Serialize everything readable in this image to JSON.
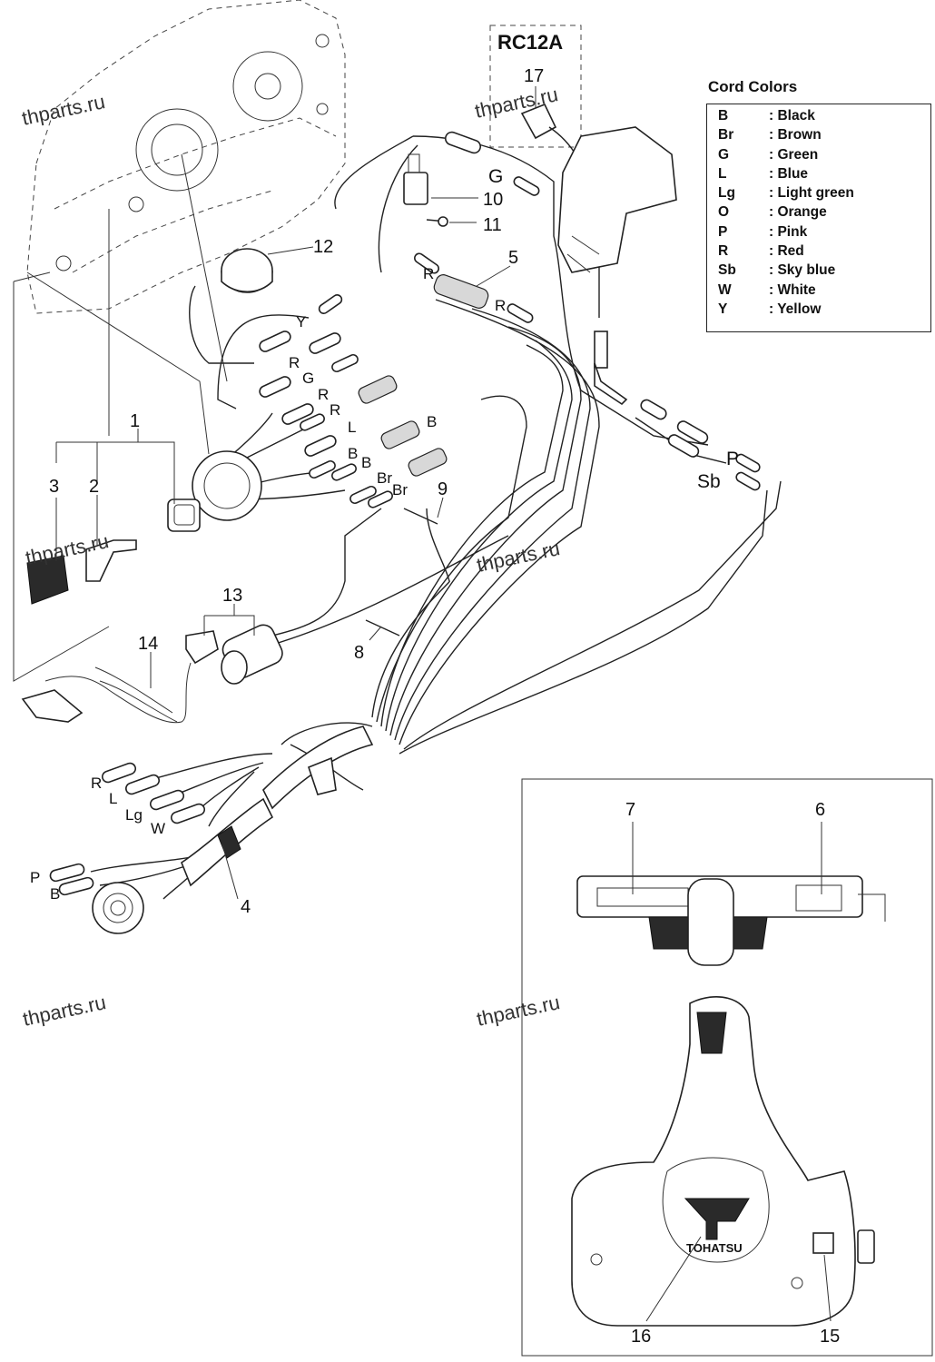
{
  "legend": {
    "title": "Cord Colors",
    "rows": [
      {
        "code": "B",
        "name": ": Black"
      },
      {
        "code": "Br",
        "name": ": Brown"
      },
      {
        "code": "G",
        "name": ": Green"
      },
      {
        "code": "L",
        "name": ": Blue"
      },
      {
        "code": "Lg",
        "name": ": Light green"
      },
      {
        "code": "O",
        "name": ": Orange"
      },
      {
        "code": "P",
        "name": ": Pink"
      },
      {
        "code": "R",
        "name": ": Red"
      },
      {
        "code": "Sb",
        "name": ": Sky blue"
      },
      {
        "code": "W",
        "name": ": White"
      },
      {
        "code": "Y",
        "name": ": Yellow"
      }
    ]
  },
  "variant_label": "RC12A",
  "watermark": "thparts.ru",
  "brand_logo_text": "TOHATSU",
  "part_numbers": {
    "p1": "1",
    "p2": "2",
    "p3": "3",
    "p4": "4",
    "p5": "5",
    "p6": "6",
    "p7": "7",
    "p8": "8",
    "p9": "9",
    "p10": "10",
    "p11": "11",
    "p12": "12",
    "p13": "13",
    "p14": "14",
    "p15": "15",
    "p16": "16",
    "p17": "17"
  },
  "wire_labels": {
    "g_top": "G",
    "r_top": "R",
    "r_mid": "R",
    "y": "Y",
    "r1": "R",
    "g1": "G",
    "r2": "R",
    "r3": "R",
    "l1": "L",
    "b1": "B",
    "b2": "B",
    "b3": "B",
    "br1": "Br",
    "br2": "Br",
    "p_right": "P",
    "sb_right": "Sb",
    "r_left": "R",
    "l_left": "L",
    "lg_left": "Lg",
    "w_left": "W",
    "p_left": "P",
    "b_left": "B"
  }
}
